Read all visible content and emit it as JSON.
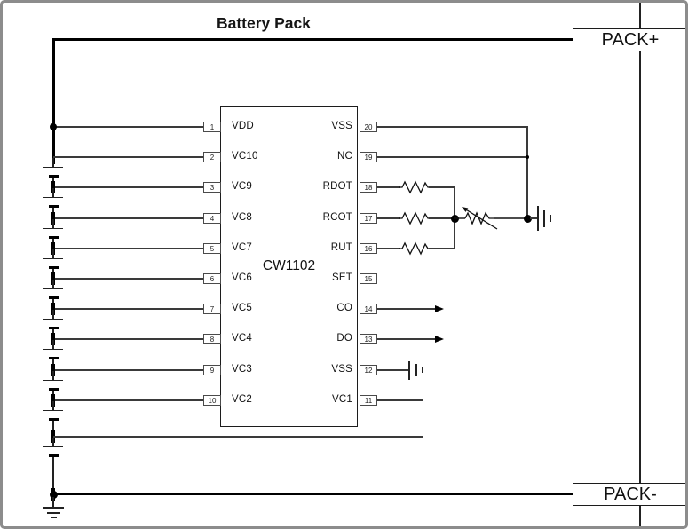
{
  "title": "Battery Pack",
  "connectors": {
    "pack_plus": "PACK+",
    "pack_minus": "PACK-"
  },
  "ic": {
    "name": "CW1102",
    "left_pins": [
      {
        "num": "1",
        "label": "VDD"
      },
      {
        "num": "2",
        "label": "VC10"
      },
      {
        "num": "3",
        "label": "VC9"
      },
      {
        "num": "4",
        "label": "VC8"
      },
      {
        "num": "5",
        "label": "VC7"
      },
      {
        "num": "6",
        "label": "VC6"
      },
      {
        "num": "7",
        "label": "VC5"
      },
      {
        "num": "8",
        "label": "VC4"
      },
      {
        "num": "9",
        "label": "VC3"
      },
      {
        "num": "10",
        "label": "VC2"
      }
    ],
    "right_pins": [
      {
        "num": "20",
        "label": "VSS"
      },
      {
        "num": "19",
        "label": "NC"
      },
      {
        "num": "18",
        "label": "RDOT"
      },
      {
        "num": "17",
        "label": "RCOT"
      },
      {
        "num": "16",
        "label": "RUT"
      },
      {
        "num": "15",
        "label": "SET"
      },
      {
        "num": "14",
        "label": "CO"
      },
      {
        "num": "13",
        "label": "DO"
      },
      {
        "num": "12",
        "label": "VSS"
      },
      {
        "num": "11",
        "label": "VC1"
      }
    ]
  },
  "components": {
    "battery_cell_count": 10,
    "resistor_pins": [
      "RDOT",
      "RCOT",
      "RUT"
    ],
    "thermistor_count": 1,
    "ground_symbol_count": 3,
    "output_arrow_pins": [
      "CO",
      "DO"
    ]
  },
  "colors": {
    "wire": "#3a3a3a",
    "thick_wire": "#000000",
    "frame": "#8c8c8c",
    "boundary": "#222222",
    "text": "#111111"
  }
}
